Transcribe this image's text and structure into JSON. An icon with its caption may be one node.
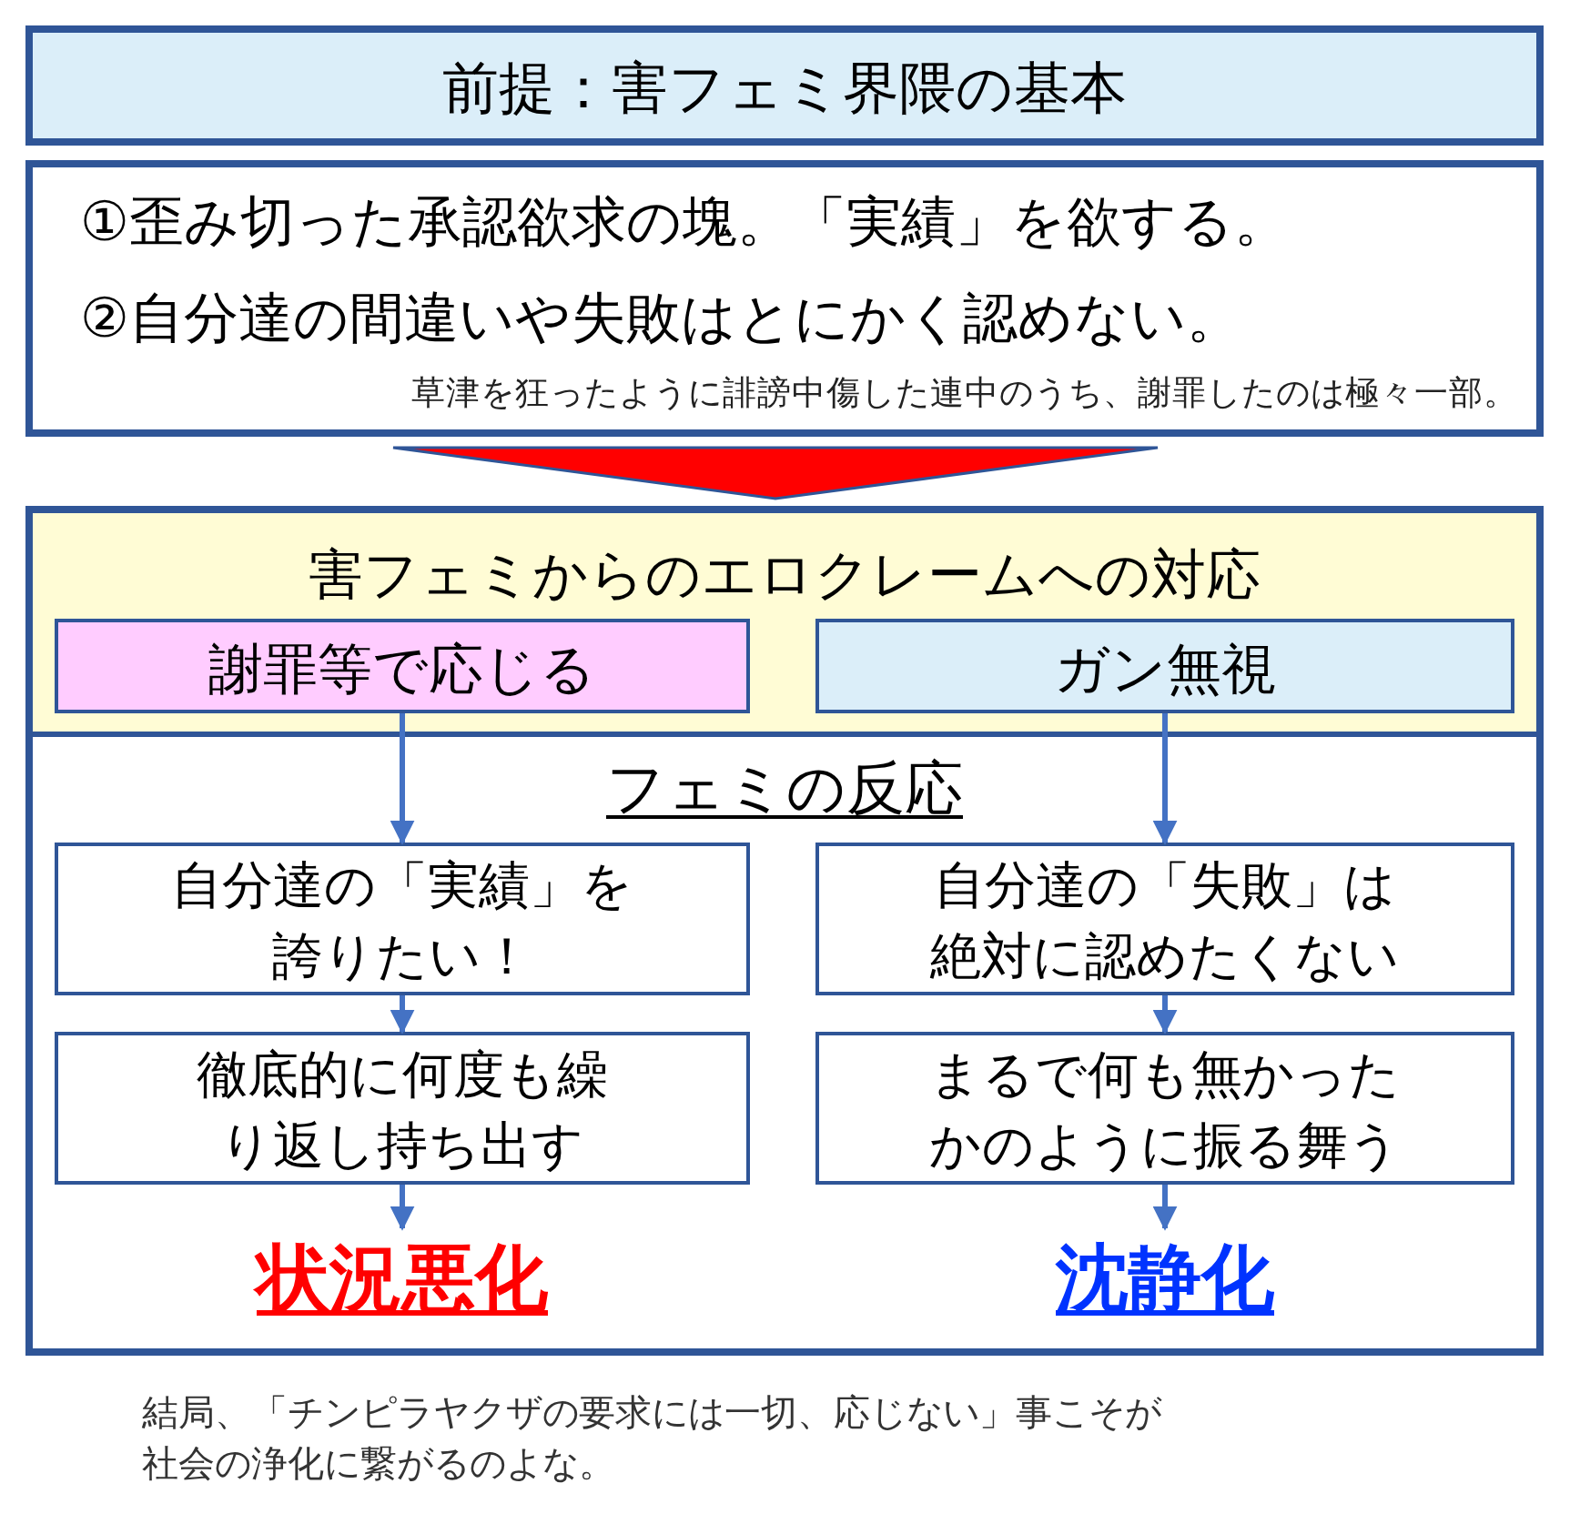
{
  "diagram": {
    "nodes": [
      {
        "text": [
          "前提：害フェミ界隈の基本"
        ]
      },
      {
        "text": [
          "①歪み切った承認欲求の塊。「実績」を欲する。",
          "②自分達の間違いや失敗はとにかく認めない。",
          "草津を狂ったように誹謗中傷した連中のうち、謝罪したのは極々一部。"
        ]
      },
      {
        "text": [
          "害フェミからのエロクレームへの対応"
        ]
      },
      {
        "text": [
          "謝罪等で応じる"
        ],
        "in": 2
      },
      {
        "text": [
          "ガン無視"
        ],
        "in": 2
      },
      {
        "text": [
          "フェミの反応"
        ],
        "in": 2
      },
      {
        "text": [
          "自分達の「実績」を誇りたい！"
        ],
        "in": 5
      },
      {
        "text": [
          "自分達の「失敗」は絶対に認めたくない"
        ],
        "in": 5
      },
      {
        "text": [
          "徹底的に何度も繰り返し持ち出す"
        ],
        "in": 5
      },
      {
        "text": [
          "まるで何も無かったかのように振る舞う"
        ],
        "in": 5
      },
      {
        "text": [
          "状況悪化"
        ],
        "in": 5
      },
      {
        "text": [
          "沈静化"
        ],
        "in": 5
      }
    ],
    "edges": [
      {
        "from": 1,
        "to": 2,
        "arrow": "to",
        "style": "thick",
        "color": "#ff0000"
      },
      {
        "from": 3,
        "to": 6,
        "arrow": "to"
      },
      {
        "from": 4,
        "to": 7,
        "arrow": "to"
      },
      {
        "from": 6,
        "to": 8,
        "arrow": "to"
      },
      {
        "from": 7,
        "to": 9,
        "arrow": "to"
      },
      {
        "from": 8,
        "to": 10,
        "arrow": "to"
      },
      {
        "from": 9,
        "to": 11,
        "arrow": "to"
      }
    ],
    "labels": [
      "結局、「チンピラヤクザの要求には一切、応じない」事こそが社会の浄化に繋がるのよな。"
    ]
  }
}
